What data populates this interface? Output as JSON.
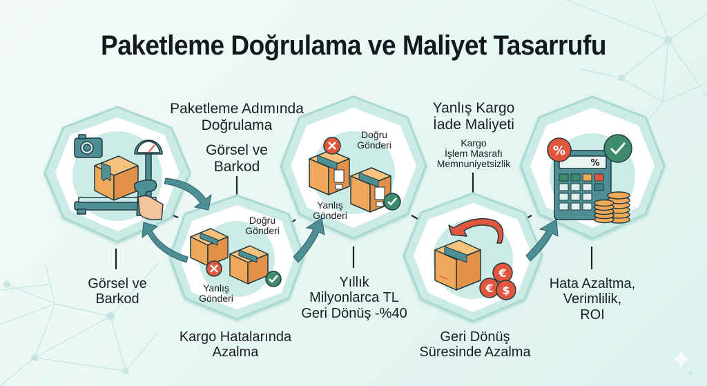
{
  "title": "Paketleme Doğrulama ve Maliyet Tasarrufu",
  "colors": {
    "teal_dark": "#3f7f88",
    "teal_mid": "#a9d9d2",
    "teal_light": "#cdebe6",
    "box_orange": "#f0a85a",
    "box_orange_dark": "#e2904a",
    "tape": "#4e8f96",
    "red_badge": "#e0573e",
    "green_badge": "#3e8b6e",
    "text": "#1a1f22",
    "background": "#e9f7f4"
  },
  "steps": [
    {
      "id": "step-1",
      "icon": "camera-scale-scanner-icon",
      "top_label": [],
      "bottom_label": [
        "Görsel ve",
        "Barkod"
      ]
    },
    {
      "id": "step-2",
      "icon": "right-wrong-boxes-icon",
      "inner_labels": {
        "correct": [
          "Doğru",
          "Gönderi"
        ],
        "wrong": [
          "Yanlış",
          "Gönderi"
        ]
      },
      "top_label": {
        "heading": [
          "Paketleme Adımında",
          "Doğrulama"
        ],
        "sub": [
          "Görsel ve",
          "Barkod"
        ]
      },
      "bottom_label": [
        "Kargo Hatalarında",
        "Azalma"
      ]
    },
    {
      "id": "step-3",
      "icon": "labeled-boxes-icon",
      "inner_labels": {
        "correct": [
          "Doğru",
          "Gönderi"
        ],
        "wrong": [
          "Yanlış",
          "Gönderi"
        ]
      },
      "bottom_label": [
        "Yıllık",
        "Milyonlarca TL",
        "Geri Dönüş -%40"
      ]
    },
    {
      "id": "step-4",
      "icon": "return-box-money-icon",
      "top_label": {
        "heading": [
          "Yanlış Kargo",
          "İade Maliyeti"
        ],
        "sub": [
          "Kargo",
          "İşlem Masrafı",
          "Memnuniyetsizlik"
        ]
      },
      "bottom_label": [
        "Geri Dönüş",
        "Süresinde Azalma"
      ]
    },
    {
      "id": "step-5",
      "icon": "calculator-coins-icon",
      "calculator_display": "%",
      "badge_percent": "%",
      "bottom_label": [
        "Hata Azaltma,",
        "Verimlilik,",
        "ROI"
      ]
    }
  ],
  "currency_symbols": [
    "€",
    "€",
    "$"
  ]
}
